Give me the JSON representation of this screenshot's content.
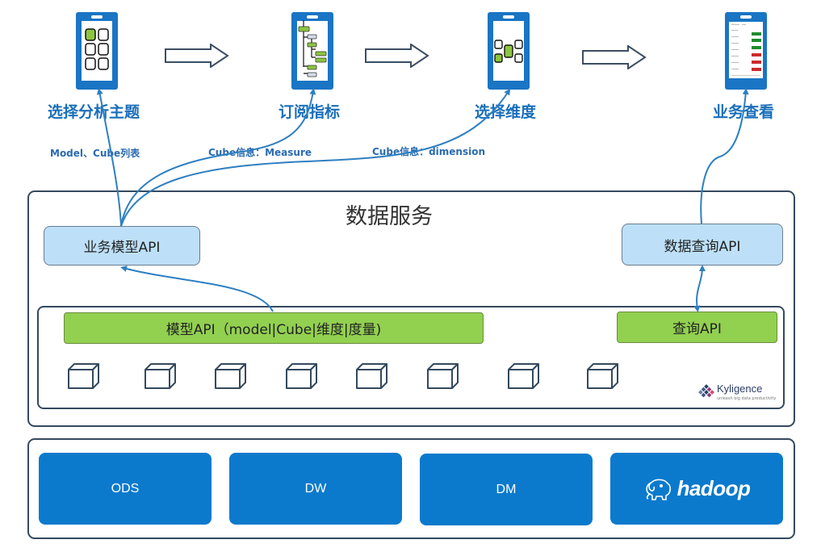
{
  "flow": {
    "steps": [
      {
        "label": "选择分析主题",
        "icon": "grid-app-icon"
      },
      {
        "label": "订阅指标",
        "icon": "tree-hierarchy-icon"
      },
      {
        "label": "选择维度",
        "icon": "dimension-graph-icon"
      },
      {
        "label": "业务查看",
        "icon": "report-dashboard-icon"
      }
    ],
    "connection_labels": [
      "Model、Cube列表",
      "Cube信息：Measure",
      "Cube信息：dimension"
    ]
  },
  "data_service": {
    "title": "数据服务",
    "business_model_api": "业务模型API",
    "data_query_api": "数据查询API",
    "model_api": "模型API（model|Cube|维度|度量)",
    "query_api": "查询API",
    "cube_count": 8,
    "vendor": {
      "name": "Kyligence",
      "tagline": "unleash big data productivity"
    }
  },
  "storage": {
    "items": [
      {
        "label": "ODS"
      },
      {
        "label": "DW"
      },
      {
        "label": "DM"
      },
      {
        "label": "hadoop",
        "icon": "hadoop-elephant-icon"
      }
    ]
  },
  "colors": {
    "primary_blue": "#1a75c4",
    "storage_blue": "#0b7acd",
    "api_light_blue": "#bde0f8",
    "green": "#92d050",
    "border_dark": "#34495e",
    "arrow_blue": "#2e7fc1"
  }
}
